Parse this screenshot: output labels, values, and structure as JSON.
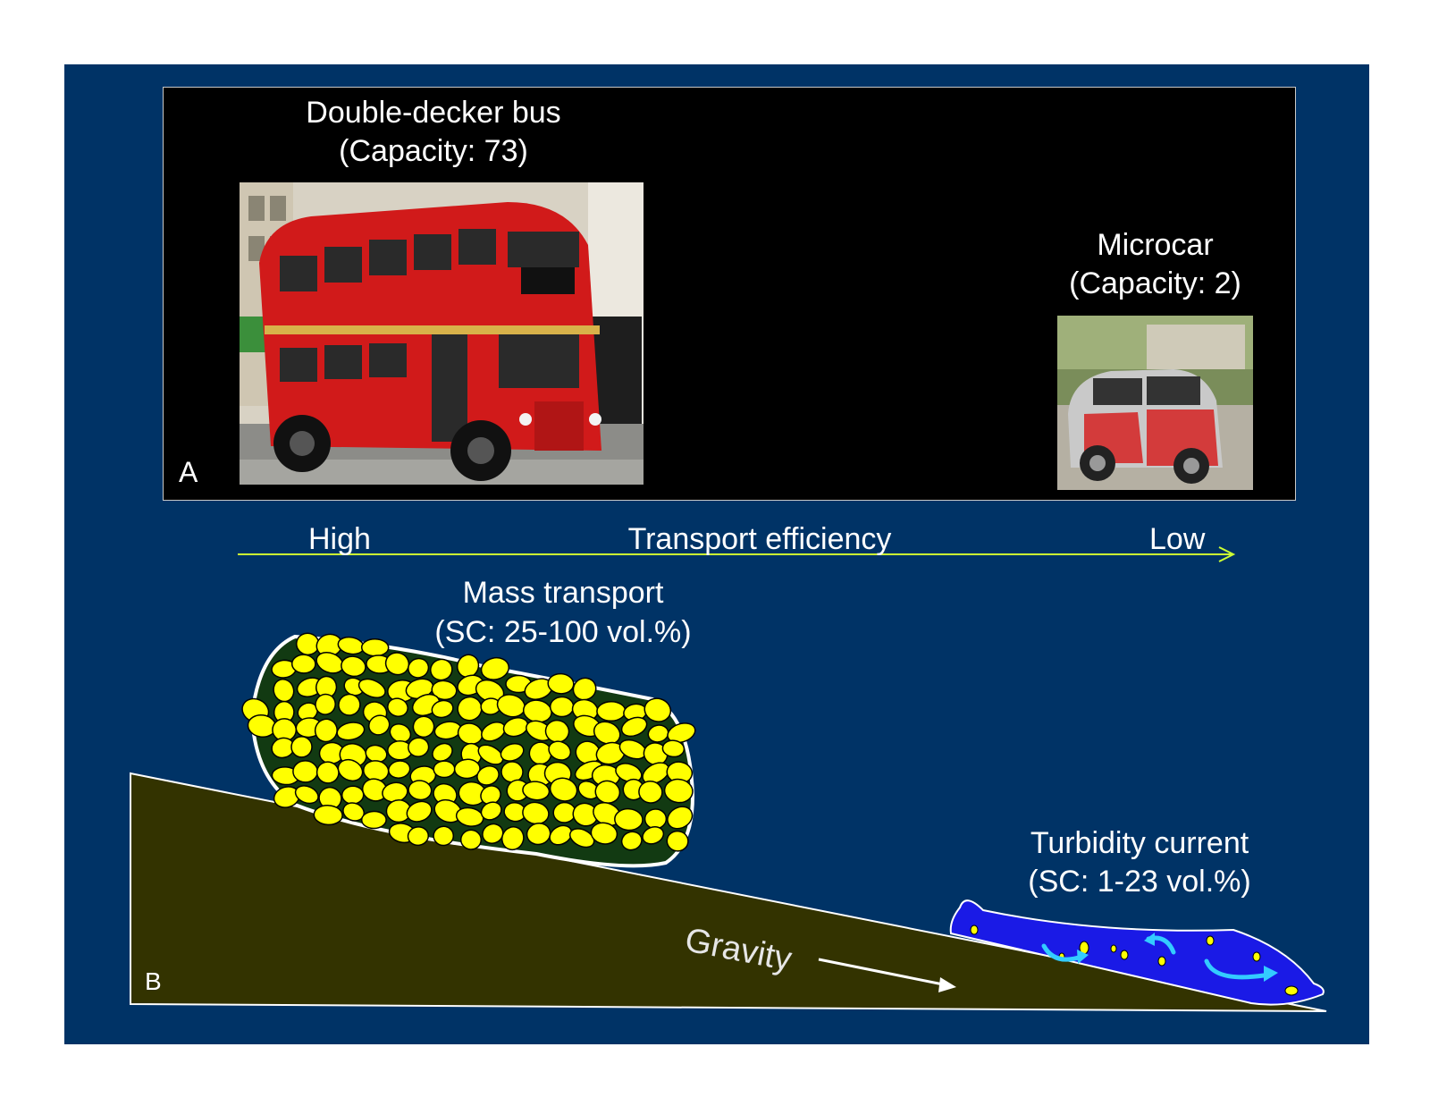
{
  "panel_a": {
    "letter": "A",
    "bus": {
      "title": "Double-decker bus",
      "capacity": "(Capacity: 73)"
    },
    "microcar": {
      "title": "Microcar",
      "capacity": "(Capacity: 2)"
    }
  },
  "efficiency_axis": {
    "high": "High",
    "title": "Transport efficiency",
    "low": "Low"
  },
  "panel_b": {
    "letter": "B",
    "mass_transport": {
      "title": "Mass transport",
      "sc": "(SC: 25-100 vol.%)"
    },
    "turbidity_current": {
      "title": "Turbidity current",
      "sc": "(SC: 1-23 vol.%)"
    },
    "gravity": "Gravity"
  },
  "colors": {
    "slide_bg": "#003366",
    "slope_fill": "#333300",
    "clast_yellow": "#ffff00",
    "flow_blue": "#1a1ae6",
    "eddy_cyan": "#33ccff",
    "axis_line": "#ccff33"
  }
}
